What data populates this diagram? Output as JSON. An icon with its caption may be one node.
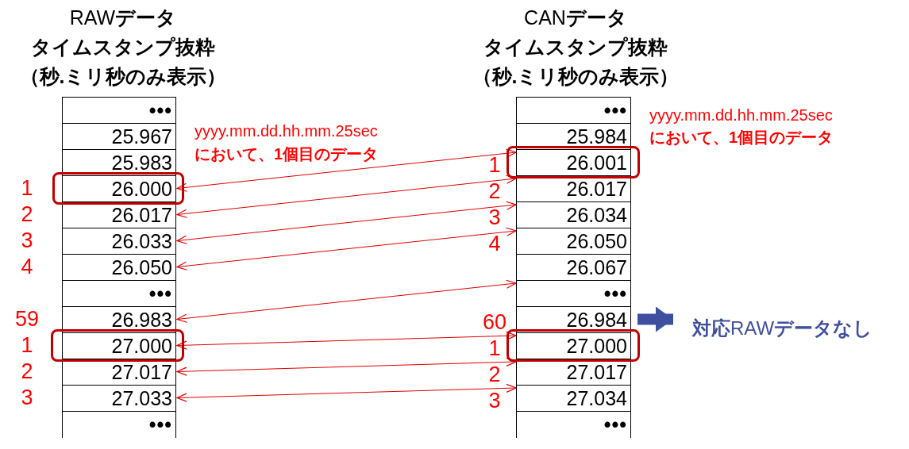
{
  "diagram": {
    "nodes": [
      {
        "text": [
          "RAW**データ**",
          "タイムスタンプ抜粋",
          "（秒.ミリ秒のみ表示）"
        ]
      },
      {
        "text": [
          "•••"
        ],
        "in": 0
      },
      {
        "text": [
          "25.967"
        ],
        "in": 0
      },
      {
        "text": [
          "25.983"
        ],
        "in": 0
      },
      {
        "text": [
          "26.000"
        ],
        "in": 0
      },
      {
        "text": [
          "26.017"
        ],
        "in": 0
      },
      {
        "text": [
          "26.033"
        ],
        "in": 0
      },
      {
        "text": [
          "26.050"
        ],
        "in": 0
      },
      {
        "text": [
          "•••"
        ],
        "in": 0
      },
      {
        "text": [
          "26.983"
        ],
        "in": 0
      },
      {
        "text": [
          "27.000"
        ],
        "in": 0
      },
      {
        "text": [
          "27.017"
        ],
        "in": 0
      },
      {
        "text": [
          "27.033"
        ],
        "in": 0
      },
      {
        "text": [
          "•••"
        ],
        "in": 0
      },
      {
        "text": [
          "CAN**データ**",
          "タイムスタンプ抜粋",
          "（秒.ミリ秒のみ表示）"
        ]
      },
      {
        "text": [
          "•••"
        ],
        "in": 14
      },
      {
        "text": [
          "25.984"
        ],
        "in": 14
      },
      {
        "text": [
          "26.001"
        ],
        "in": 14
      },
      {
        "text": [
          "26.017"
        ],
        "in": 14
      },
      {
        "text": [
          "26.034"
        ],
        "in": 14
      },
      {
        "text": [
          "26.050"
        ],
        "in": 14
      },
      {
        "text": [
          "26.067"
        ],
        "in": 14
      },
      {
        "text": [
          "•••"
        ],
        "in": 14
      },
      {
        "text": [
          "26.984"
        ],
        "in": 14
      },
      {
        "text": [
          "27.000"
        ],
        "in": 14
      },
      {
        "text": [
          "27.017"
        ],
        "in": 14
      },
      {
        "text": [
          "27.034"
        ],
        "in": 14
      },
      {
        "text": [
          "•••"
        ],
        "in": 14
      },
      {
        "text": [
          "**対応**RAW**データなし**"
        ]
      }
    ],
    "edges": [
      {
        "from": 4,
        "to": 17,
        "arrow": "both"
      },
      {
        "from": 5,
        "to": 18,
        "arrow": "both"
      },
      {
        "from": 6,
        "to": 19,
        "arrow": "both"
      },
      {
        "from": 7,
        "to": 20,
        "arrow": "both"
      },
      {
        "from": 9,
        "to": 22,
        "arrow": "both"
      },
      {
        "from": 10,
        "to": 24,
        "arrow": "both"
      },
      {
        "from": 11,
        "to": 25,
        "arrow": "both"
      },
      {
        "from": 12,
        "to": 26,
        "arrow": "both"
      },
      {
        "from": 23,
        "to": 28,
        "arrow": "to",
        "style": "thick",
        "color": "#3f4f9f"
      }
    ],
    "labels": [
      "yyyy.mm.dd.hh.mm.25sec",
      "において、1個目のデータ",
      "yyyy.mm.dd.hh.mm.25sec",
      "において、1個目のデータ",
      "1",
      "2",
      "3",
      "4",
      "59",
      "1",
      "2",
      "3",
      "1",
      "2",
      "3",
      "4",
      "60",
      "1",
      "2",
      "3"
    ]
  }
}
